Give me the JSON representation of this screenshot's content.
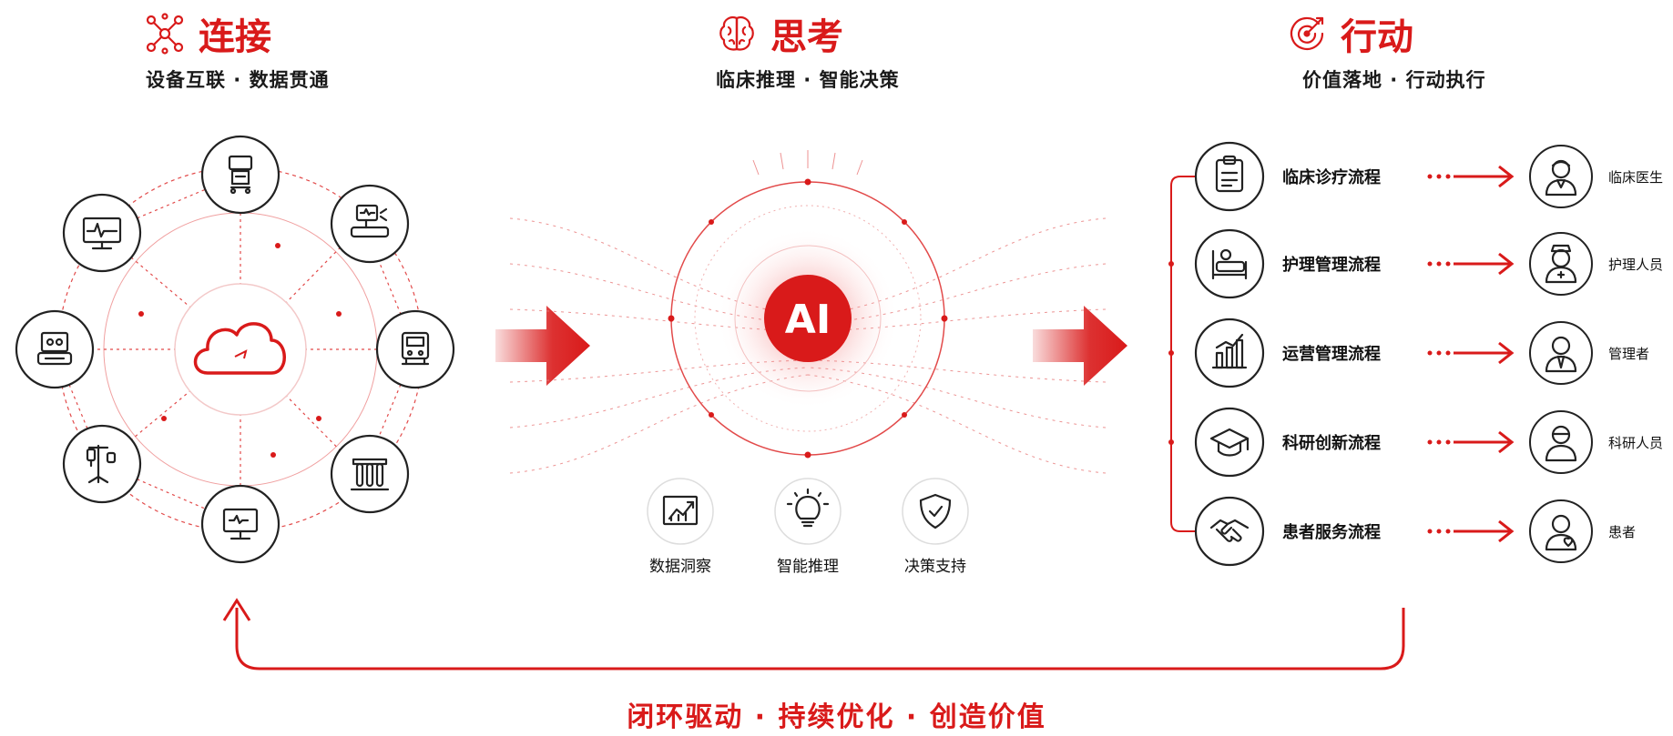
{
  "sections": {
    "connect": {
      "title": "连接",
      "subtitle": "设备互联 · 数据贯通",
      "icon": "network-nodes-icon"
    },
    "think": {
      "title": "思考",
      "subtitle": "临床推理 · 智能决策",
      "icon": "brain-icon"
    },
    "act": {
      "title": "行动",
      "subtitle": "价值落地 · 行动执行",
      "icon": "target-icon"
    }
  },
  "connect_hub": {
    "center_icon": "cloud-icon",
    "devices": [
      "ultrasound-cart-icon",
      "patient-monitor-cart-icon",
      "infusion-pump-icon",
      "lab-test-tubes-icon",
      "workstation-monitor-icon",
      "iv-drip-stand-icon",
      "ventilator-icon",
      "ecg-monitor-icon"
    ]
  },
  "ai_core": {
    "label": "AI"
  },
  "capabilities": [
    {
      "label": "数据洞察",
      "icon": "chart-insight-icon"
    },
    {
      "label": "智能推理",
      "icon": "lightbulb-icon"
    },
    {
      "label": "决策支持",
      "icon": "shield-check-icon"
    }
  ],
  "flows": [
    {
      "label": "临床诊疗流程",
      "icon": "clipboard-icon",
      "role": "临床医生",
      "role_icon": "doctor-icon"
    },
    {
      "label": "护理管理流程",
      "icon": "hospital-bed-icon",
      "role": "护理人员",
      "role_icon": "nurse-icon"
    },
    {
      "label": "运营管理流程",
      "icon": "bar-chart-icon",
      "role": "管理者",
      "role_icon": "manager-icon"
    },
    {
      "label": "科研创新流程",
      "icon": "graduation-cap-icon",
      "role": "科研人员",
      "role_icon": "researcher-icon"
    },
    {
      "label": "患者服务流程",
      "icon": "handshake-icon",
      "role": "患者",
      "role_icon": "patient-icon"
    }
  ],
  "footer": {
    "text": "闭环驱动 · 持续优化 · 创造价值"
  },
  "colors": {
    "accent": "#d91a1a",
    "ink": "#222222"
  }
}
